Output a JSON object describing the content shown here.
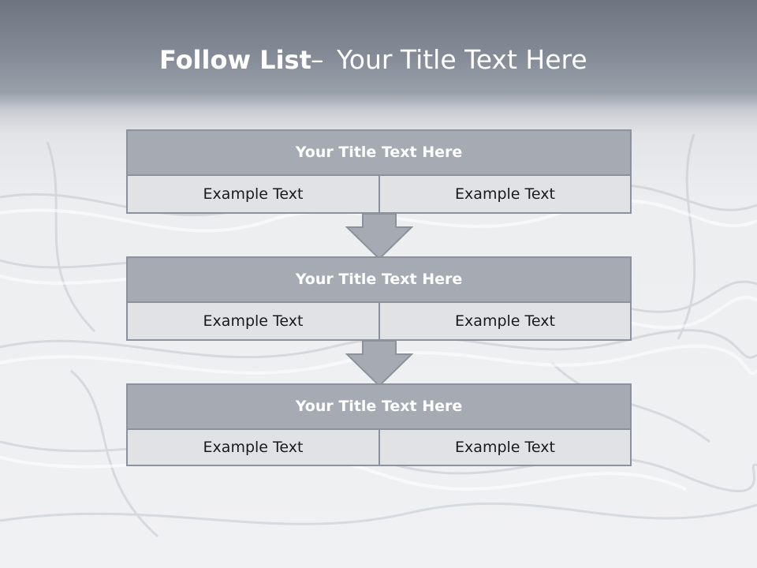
{
  "title": {
    "bold": "Follow List",
    "dash": "–",
    "subtitle": "Your Title Text Here"
  },
  "steps": [
    {
      "heading": "Your Title Text Here",
      "left": "Example Text",
      "right": "Example Text"
    },
    {
      "heading": "Your Title Text Here",
      "left": "Example Text",
      "right": "Example Text"
    },
    {
      "heading": "Your Title Text Here",
      "left": "Example Text",
      "right": "Example Text"
    }
  ],
  "colors": {
    "header_band": "#7d838d",
    "box_heading_fill": "#a6abb3",
    "box_cell_fill": "#e1e2e5",
    "box_border": "#8c929b",
    "arrow_fill": "#a6abb3",
    "heading_text": "#ffffff",
    "cell_text": "#1a1a1a"
  },
  "icons": {
    "arrow": "down-arrow-icon"
  }
}
